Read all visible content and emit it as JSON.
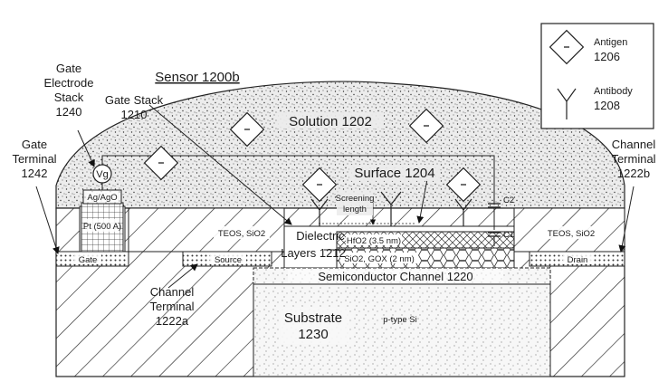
{
  "legend": {
    "antigen_label": "Antigen",
    "antigen_id": "1206",
    "antibody_label": "Antibody",
    "antibody_id": "1208"
  },
  "labels": {
    "sensor": "Sensor 1200b",
    "solution": "Solution 1202",
    "surface": "Surface 1204",
    "gate_stack_l1": "Gate Stack",
    "gate_stack_l2": "1210",
    "gate_electrode_l1": "Gate",
    "gate_electrode_l2": "Electrode",
    "gate_electrode_l3": "Stack",
    "gate_electrode_l4": "1240",
    "gate_terminal_l1": "Gate",
    "gate_terminal_l2": "Terminal",
    "gate_terminal_l3": "1242",
    "channel_terminal_b_l1": "Channel",
    "channel_terminal_b_l2": "Terminal",
    "channel_terminal_b_l3": "1222b",
    "channel_terminal_a_l1": "Channel",
    "channel_terminal_a_l2": "Terminal",
    "channel_terminal_a_l3": "1222a",
    "dielectric_l1": "Dielectric",
    "dielectric_l2": "Layers 1212",
    "screening_l1": "Screening",
    "screening_l2": "length",
    "hfo2": "HfO2 (3.5 nm)",
    "sio2_gox": "SiO2, GOX (2 nm)",
    "c1": "C1",
    "c2": "C2",
    "teos_left": "TEOS, SiO2",
    "teos_right": "TEOS, SiO2",
    "gate_pad": "Gate",
    "source": "Source",
    "drain": "Drain",
    "pt": "Pt (500 A)",
    "agago": "Ag/AgO",
    "vg": "Vg",
    "semi_channel": "Semiconductor Channel 1220",
    "substrate_l1": "Substrate",
    "substrate_l2": "1230",
    "ptype": "p-type Si"
  },
  "icons": {
    "antigen": "antigen-diamond-icon",
    "antibody": "antibody-y-icon"
  }
}
